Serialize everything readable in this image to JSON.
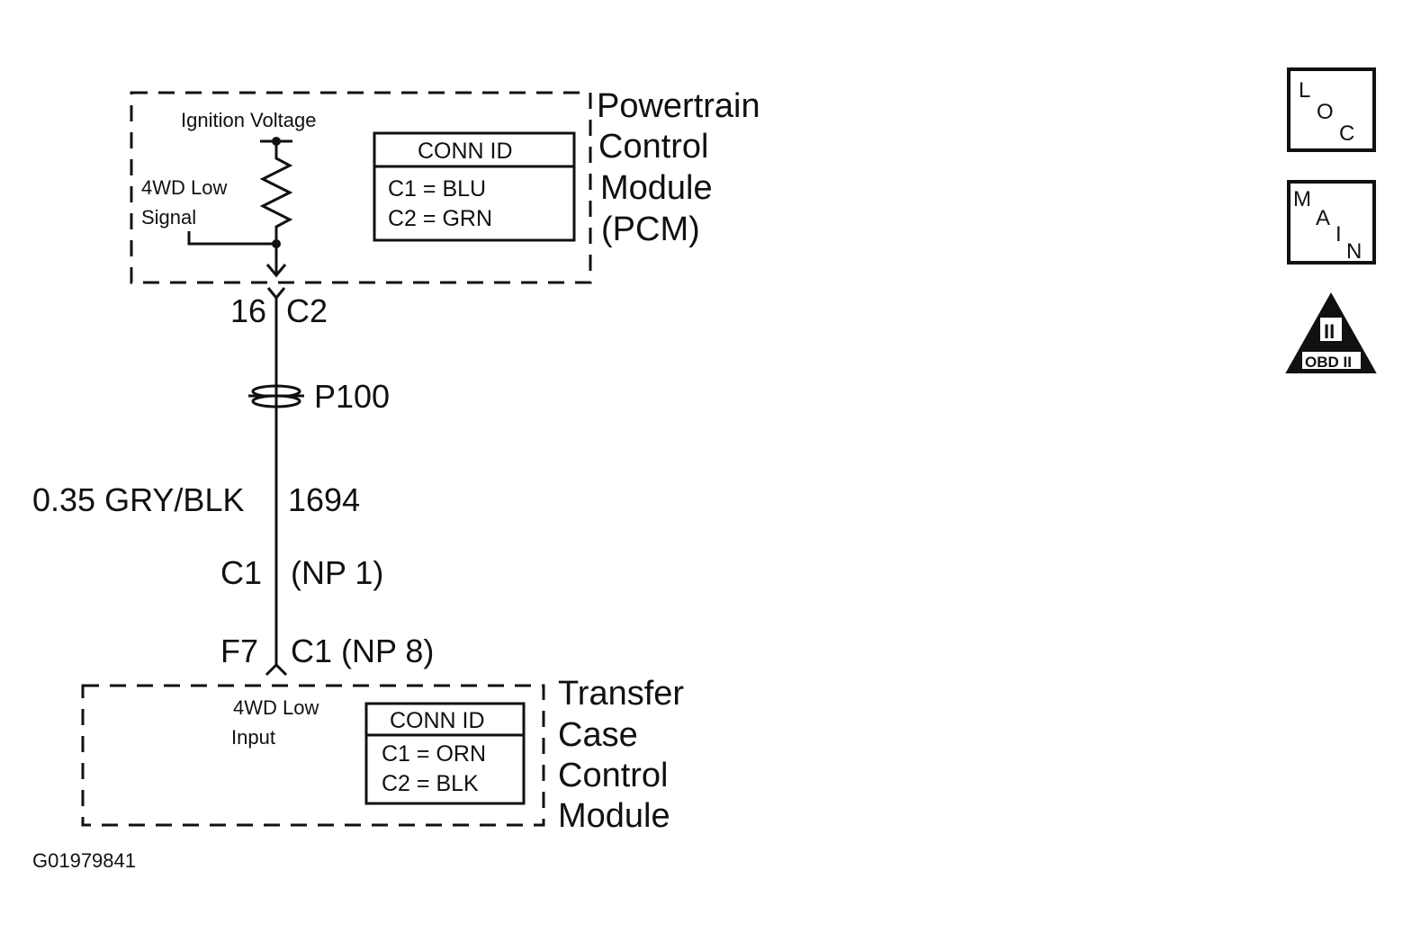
{
  "pcm": {
    "name_lines": [
      "Powertrain",
      "Control",
      "Module",
      "(PCM)"
    ],
    "ignition_label": "Ignition Voltage",
    "signal_label_lines": [
      "4WD Low",
      "Signal"
    ],
    "conn_title": "CONN ID",
    "conn_rows": [
      "C1 = BLU",
      "C2 = GRN"
    ]
  },
  "wiring": {
    "pcm_pin": "16",
    "pcm_connector": "C2",
    "splice": "P100",
    "wire_spec": "0.35 GRY/BLK",
    "circuit_number": "1694",
    "inline_connector": "C1",
    "inline_note": "(NP 1)",
    "tccm_pin": "F7",
    "tccm_connector": "C1 (NP 8)"
  },
  "tccm": {
    "name_lines": [
      "Transfer",
      "Case",
      "Control",
      "Module"
    ],
    "input_label_lines": [
      "4WD Low",
      "Input"
    ],
    "conn_title": "CONN ID",
    "conn_rows": [
      "C1 = ORN",
      "C2 = BLK"
    ]
  },
  "figure_id": "G01979841",
  "icons": {
    "loc_letters": [
      "L",
      "O",
      "C"
    ],
    "main_letters": [
      "M",
      "A",
      "I",
      "N"
    ],
    "obd_numeral": "II",
    "obd_label": "OBD II"
  }
}
